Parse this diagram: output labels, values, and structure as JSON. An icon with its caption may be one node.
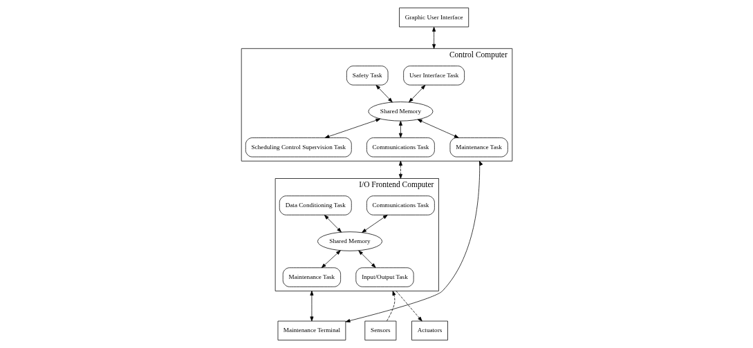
{
  "diagram": {
    "nodes": [
      {
        "text": [
          "Graphic User Interface"
        ]
      },
      {
        "text": [
          "Control Computer"
        ]
      },
      {
        "text": [
          "User Interface Task"
        ],
        "in": 1
      },
      {
        "text": [
          "Shared Memory"
        ],
        "in": 1
      },
      {
        "text": [
          "Scheduling Control Supervision Task"
        ],
        "in": 1
      },
      {
        "text": [
          "Safety Task"
        ],
        "in": 1
      },
      {
        "text": [
          "Communications Task"
        ],
        "in": 1
      },
      {
        "text": [
          "Maintenance Task"
        ],
        "in": 1
      },
      {
        "text": [
          "Maintenance Terminal"
        ]
      },
      {
        "text": [
          "I/O Frontend Computer"
        ]
      },
      {
        "text": [
          "Communications Task"
        ],
        "in": 9
      },
      {
        "text": [
          "Data Conditioning Task"
        ],
        "in": 9
      },
      {
        "text": [
          "Shared Memory"
        ],
        "in": 9
      },
      {
        "text": [
          "Maintenance Task"
        ],
        "in": 9
      },
      {
        "text": [
          "Input/Output Task"
        ],
        "in": 9
      },
      {
        "text": [
          "Sensors"
        ]
      },
      {
        "text": [
          "Actuators"
        ]
      }
    ],
    "edges": [
      {
        "from": 0,
        "to": 1,
        "arrow": "both"
      },
      {
        "from": 2,
        "to": 3,
        "arrow": "both"
      },
      {
        "from": 3,
        "to": 4,
        "arrow": "both"
      },
      {
        "from": 5,
        "to": 3,
        "arrow": "both"
      },
      {
        "from": 3,
        "to": 6,
        "arrow": "both"
      },
      {
        "from": 3,
        "to": 7,
        "arrow": "both"
      },
      {
        "from": 1,
        "to": 8,
        "arrow": "both"
      },
      {
        "from": 1,
        "to": 9,
        "arrow": "both",
        "style": "dashed"
      },
      {
        "from": 10,
        "to": 12,
        "arrow": "both"
      },
      {
        "from": 11,
        "to": 12,
        "arrow": "both"
      },
      {
        "from": 12,
        "to": 13,
        "arrow": "both"
      },
      {
        "from": 12,
        "to": 14,
        "arrow": "both"
      },
      {
        "from": 9,
        "to": 8,
        "arrow": "both"
      },
      {
        "from": 15,
        "to": 9,
        "arrow": "to",
        "style": "dashed"
      },
      {
        "from": 9,
        "to": 16,
        "arrow": "to",
        "style": "dashed"
      }
    ]
  }
}
